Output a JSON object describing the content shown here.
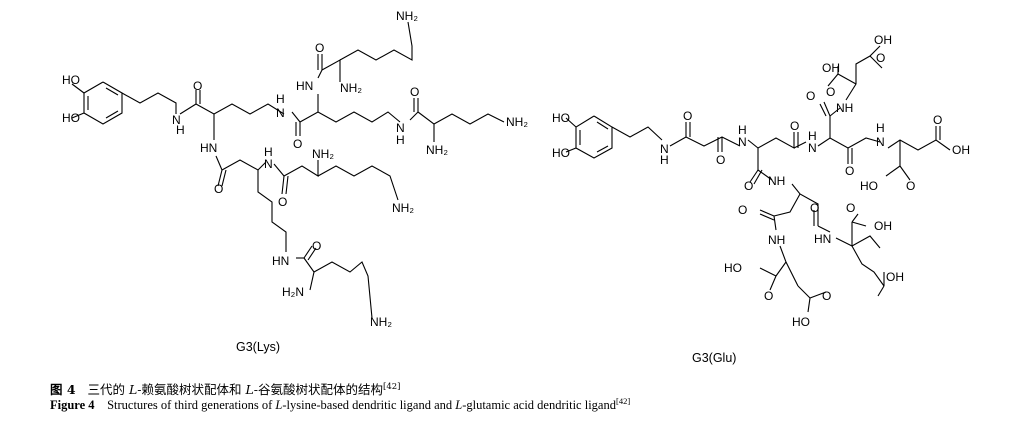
{
  "molecules": {
    "lys": {
      "name": "G3(Lys)",
      "atom_labels": [
        "HO",
        "HO",
        "H",
        "N",
        "O",
        "NH₂",
        "O",
        "HN",
        "NH₂",
        "H",
        "N",
        "O",
        "HN",
        "O",
        "N",
        "H",
        "O",
        "H",
        "N",
        "NH₂",
        "NH₂",
        "HN",
        "O",
        "NH₂",
        "O",
        "HN",
        "H₂N",
        "NH₂",
        "NH₂"
      ]
    },
    "glu": {
      "name": "G3(Glu)",
      "atom_labels": [
        "HO",
        "HO",
        "H",
        "N",
        "O",
        "O",
        "H",
        "N",
        "O",
        "OH",
        "O",
        "OH",
        "O",
        "NH",
        "O",
        "N",
        "H",
        "O",
        "H",
        "N",
        "O",
        "OH",
        "O",
        "HO",
        "O",
        "NH",
        "O",
        "NH",
        "HN",
        "O",
        "OH",
        "O",
        "HO",
        "O",
        "OH",
        "O",
        "HO"
      ]
    }
  },
  "caption": {
    "cn_label": "图 4",
    "cn_text_a": "三代的 ",
    "cn_italic_a": "L",
    "cn_text_b": "-赖氨酸树状配体和 ",
    "cn_italic_b": "L",
    "cn_text_c": "-谷氨酸树状配体的结构",
    "cn_ref": "[42]",
    "en_label": "Figure 4",
    "en_text_a": "Structures of third generations of ",
    "en_italic_a": "L",
    "en_text_b": "-lysine-based dendritic ligand and ",
    "en_italic_b": "L",
    "en_text_c": "-glutamic acid dendritic ligand",
    "en_ref": "[42]"
  }
}
